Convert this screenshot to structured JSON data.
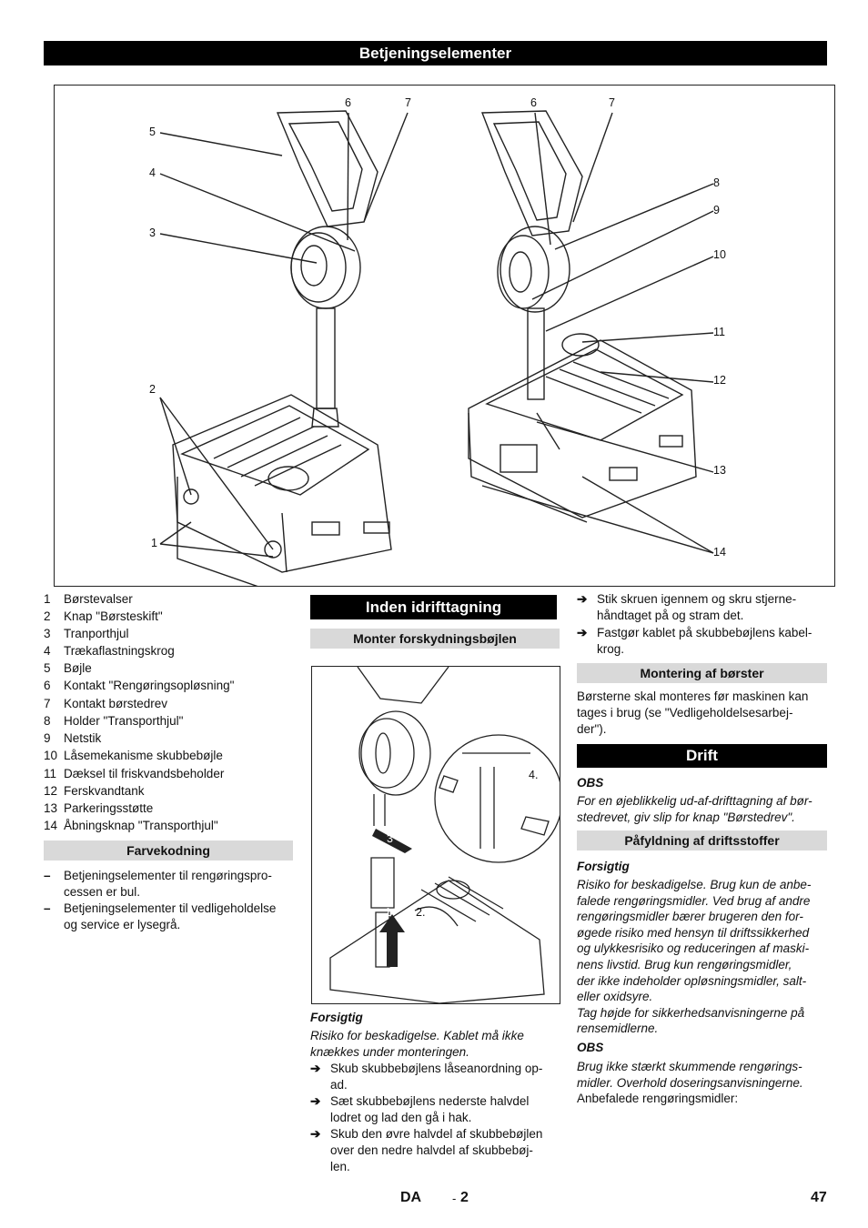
{
  "header": {
    "title": "Betjeningselementer"
  },
  "figure_main": {
    "callouts_left": [
      "5",
      "4",
      "3",
      "2",
      "1"
    ],
    "callouts_top": [
      "6",
      "7",
      "6",
      "7"
    ],
    "callouts_right": [
      "8",
      "9",
      "10",
      "11",
      "12",
      "13",
      "14"
    ]
  },
  "legend": [
    {
      "num": "1",
      "text": "Børstevalser"
    },
    {
      "num": "2",
      "text": "Knap \"Børsteskift\""
    },
    {
      "num": "3",
      "text": "Tranporthjul"
    },
    {
      "num": "4",
      "text": "Trækaflastningskrog"
    },
    {
      "num": "5",
      "text": "Bøjle"
    },
    {
      "num": "6",
      "text": "Kontakt \"Rengøringsopløsning\""
    },
    {
      "num": "7",
      "text": "Kontakt børstedrev"
    },
    {
      "num": "8",
      "text": "Holder \"Transporthjul\""
    },
    {
      "num": "9",
      "text": "Netstik"
    },
    {
      "num": "10",
      "text": "Låsemekanisme skubbebøjle"
    },
    {
      "num": "11",
      "text": "Dæksel til friskvandsbeholder"
    },
    {
      "num": "12",
      "text": "Ferskvandtank"
    },
    {
      "num": "13",
      "text": "Parkeringsstøtte"
    },
    {
      "num": "14",
      "text": "Åbningsknap \"Transporthjul\""
    }
  ],
  "farvekodning": {
    "heading": "Farvekodning",
    "items": [
      {
        "mark": "–",
        "lines": [
          "Betjeningselementer til rengøringspro-",
          "cessen er bul."
        ]
      },
      {
        "mark": "–",
        "lines": [
          "Betjeningselementer til vedligeholdelse",
          "og service er lysegrå."
        ]
      }
    ]
  },
  "col2": {
    "banner": "Inden idrifttagning",
    "subhead": "Monter forskydningsbøjlen",
    "figure_callouts": [
      "4.",
      "3",
      "1",
      "2."
    ],
    "caution_label": "Forsigtig",
    "caution_lines": [
      "Risiko for beskadigelse. Kablet må ikke",
      "knækkes under monteringen."
    ],
    "steps": [
      {
        "mark": "➔",
        "lines": [
          "Skub skubbebøjlens låseanordning op-",
          "ad."
        ]
      },
      {
        "mark": "➔",
        "lines": [
          "Sæt skubbebøjlens nederste halvdel",
          "lodret og lad den gå i hak."
        ]
      },
      {
        "mark": "➔",
        "lines": [
          "Skub den øvre halvdel af skubbebøjlen",
          "over den nedre halvdel af skubbebøj-",
          "len."
        ]
      }
    ]
  },
  "col3": {
    "steps": [
      {
        "mark": "➔",
        "lines": [
          "Stik skruen igennem og skru stjerne-",
          "håndtaget på og stram det."
        ]
      },
      {
        "mark": "➔",
        "lines": [
          "Fastgør kablet på skubbebøjlens kabel-",
          "krog."
        ]
      }
    ],
    "montering_heading": "Montering af børster",
    "montering_lines": [
      "Børsterne skal monteres før maskinen kan",
      "tages i brug (se \"Vedligeholdelsesarbej-",
      "der\")."
    ],
    "drift_banner": "Drift",
    "obs1_label": "OBS",
    "obs1_lines": [
      "For en øjeblikkelig ud-af-drifttagning af bør-",
      "stedrevet, giv slip for knap \"Børstedrev\"."
    ],
    "paafyldning_heading": "Påfyldning af driftsstoffer",
    "caution_label": "Forsigtig",
    "caution_lines": [
      "Risiko for beskadigelse. Brug kun de anbe-",
      "falede rengøringsmidler. Ved brug af andre",
      "rengøringsmidler bærer brugeren den for-",
      "øgede risiko med hensyn til driftssikkerhed",
      "og ulykkesrisiko og reduceringen af maski-",
      "nens livstid. Brug kun rengøringsmidler,",
      "der ikke indeholder opløsningsmidler, salt-",
      "eller oxidsyre.",
      "Tag højde for sikkerhedsanvisningerne på",
      "rensemidlerne."
    ],
    "obs2_label": "OBS",
    "obs2_lines": [
      "Brug ikke stærkt skummende rengørings-",
      "midler. Overhold doseringsanvisningerne."
    ],
    "final_line": "Anbefalede rengøringsmidler:"
  },
  "footer": {
    "lang": "DA",
    "sep": "-",
    "page_sub": "2",
    "page_num": "47"
  }
}
